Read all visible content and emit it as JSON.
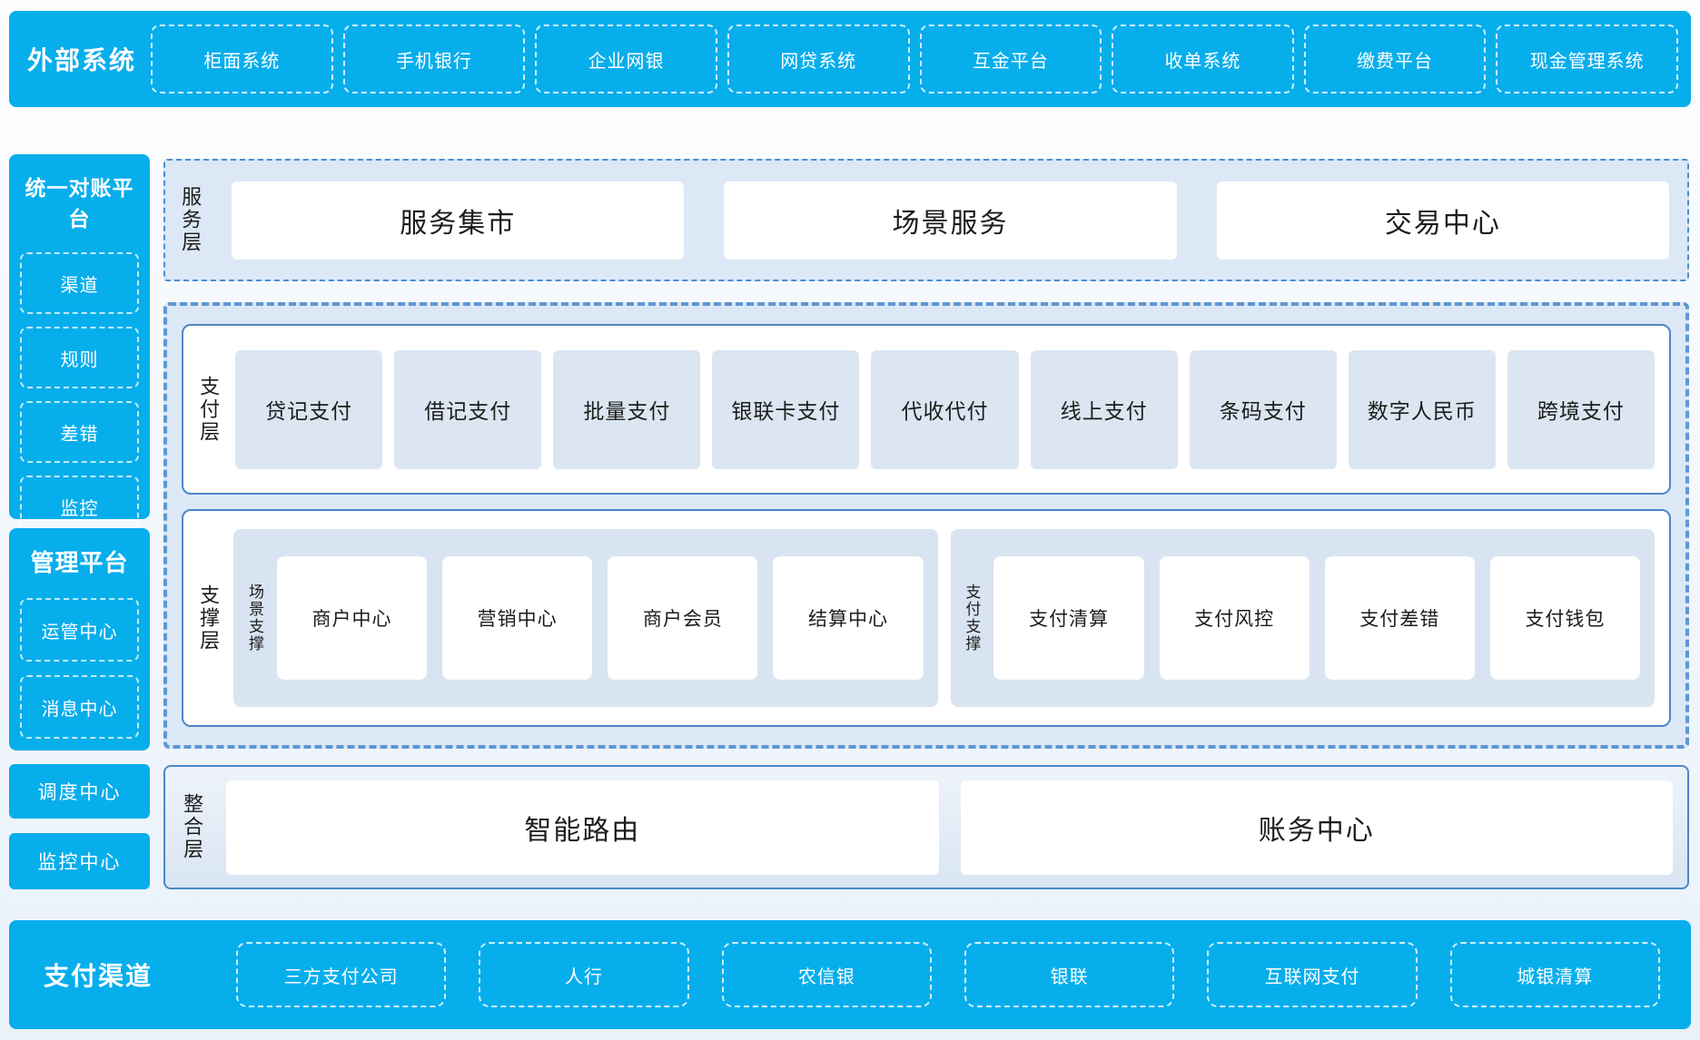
{
  "colors": {
    "cyan": "#07aeec",
    "panel_bg": "#dce8f6",
    "solid_border": "#4c87c6",
    "dashed_border": "#5e97d3",
    "item_blue_bg": "#dbe6f2",
    "group_bg": "#d8e4f1",
    "text_dark": "#1c1c1c",
    "white_dash": "rgba(255,255,255,0.8)"
  },
  "external_systems": {
    "title": "外部系统",
    "items": [
      "柜面系统",
      "手机银行",
      "企业网银",
      "网贷系统",
      "互金平台",
      "收单系统",
      "缴费平台",
      "现金管理系统"
    ]
  },
  "reconciliation_platform": {
    "title": "统一对账平台",
    "items": [
      "渠道",
      "规则",
      "差错",
      "监控"
    ]
  },
  "management_platform": {
    "title": "管理平台",
    "items": [
      "运管中心",
      "消息中心"
    ]
  },
  "dispatch_center": "调度中心",
  "monitor_center": "监控中心",
  "service_layer": {
    "label": "服务层",
    "items": [
      "服务集市",
      "场景服务",
      "交易中心"
    ]
  },
  "payment_layer": {
    "label": "支付层",
    "items": [
      "贷记支付",
      "借记支付",
      "批量支付",
      "银联卡支付",
      "代收代付",
      "线上支付",
      "条码支付",
      "数字人民币",
      "跨境支付"
    ]
  },
  "support_layer": {
    "label": "支撑层",
    "scene_group": {
      "label": "场景支撑",
      "items": [
        "商户中心",
        "营销中心",
        "商户会员",
        "结算中心"
      ]
    },
    "payment_group": {
      "label": "支付支撑",
      "items": [
        "支付清算",
        "支付风控",
        "支付差错",
        "支付钱包"
      ]
    }
  },
  "integration_layer": {
    "label": "整合层",
    "items": [
      "智能路由",
      "账务中心"
    ]
  },
  "payment_channels": {
    "title": "支付渠道",
    "items": [
      "三方支付公司",
      "人行",
      "农信银",
      "银联",
      "互联网支付",
      "城银清算"
    ]
  }
}
